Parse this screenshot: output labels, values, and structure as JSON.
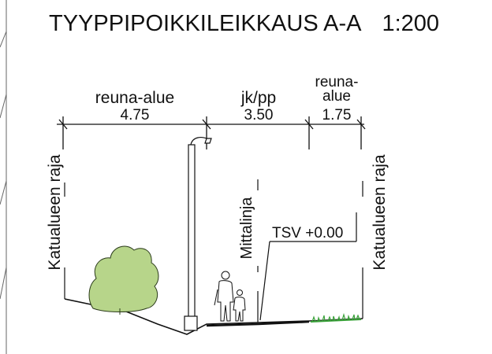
{
  "title": {
    "text": "TYYPPIPOIKKILEIKKAUS A-A",
    "scale": "1:200"
  },
  "segments": [
    {
      "label": "reuna-alue",
      "width": "4.75"
    },
    {
      "label": "jk/pp",
      "width": "3.50"
    },
    {
      "label_line1": "reuna-",
      "label_line2": "alue",
      "width": "1.75"
    }
  ],
  "boundary_label_left": "Katualueen raja",
  "boundary_label_right": "Katualueen raja",
  "measure_line_label": "Mittalinja",
  "level_label": "TSV +0.00",
  "colors": {
    "line": "#111111",
    "shrub": "#b7d58a",
    "grass": "#3aa23a"
  },
  "icons": [
    "street-lamp-icon",
    "shrub-icon",
    "pedestrians-icon",
    "grass-icon"
  ]
}
